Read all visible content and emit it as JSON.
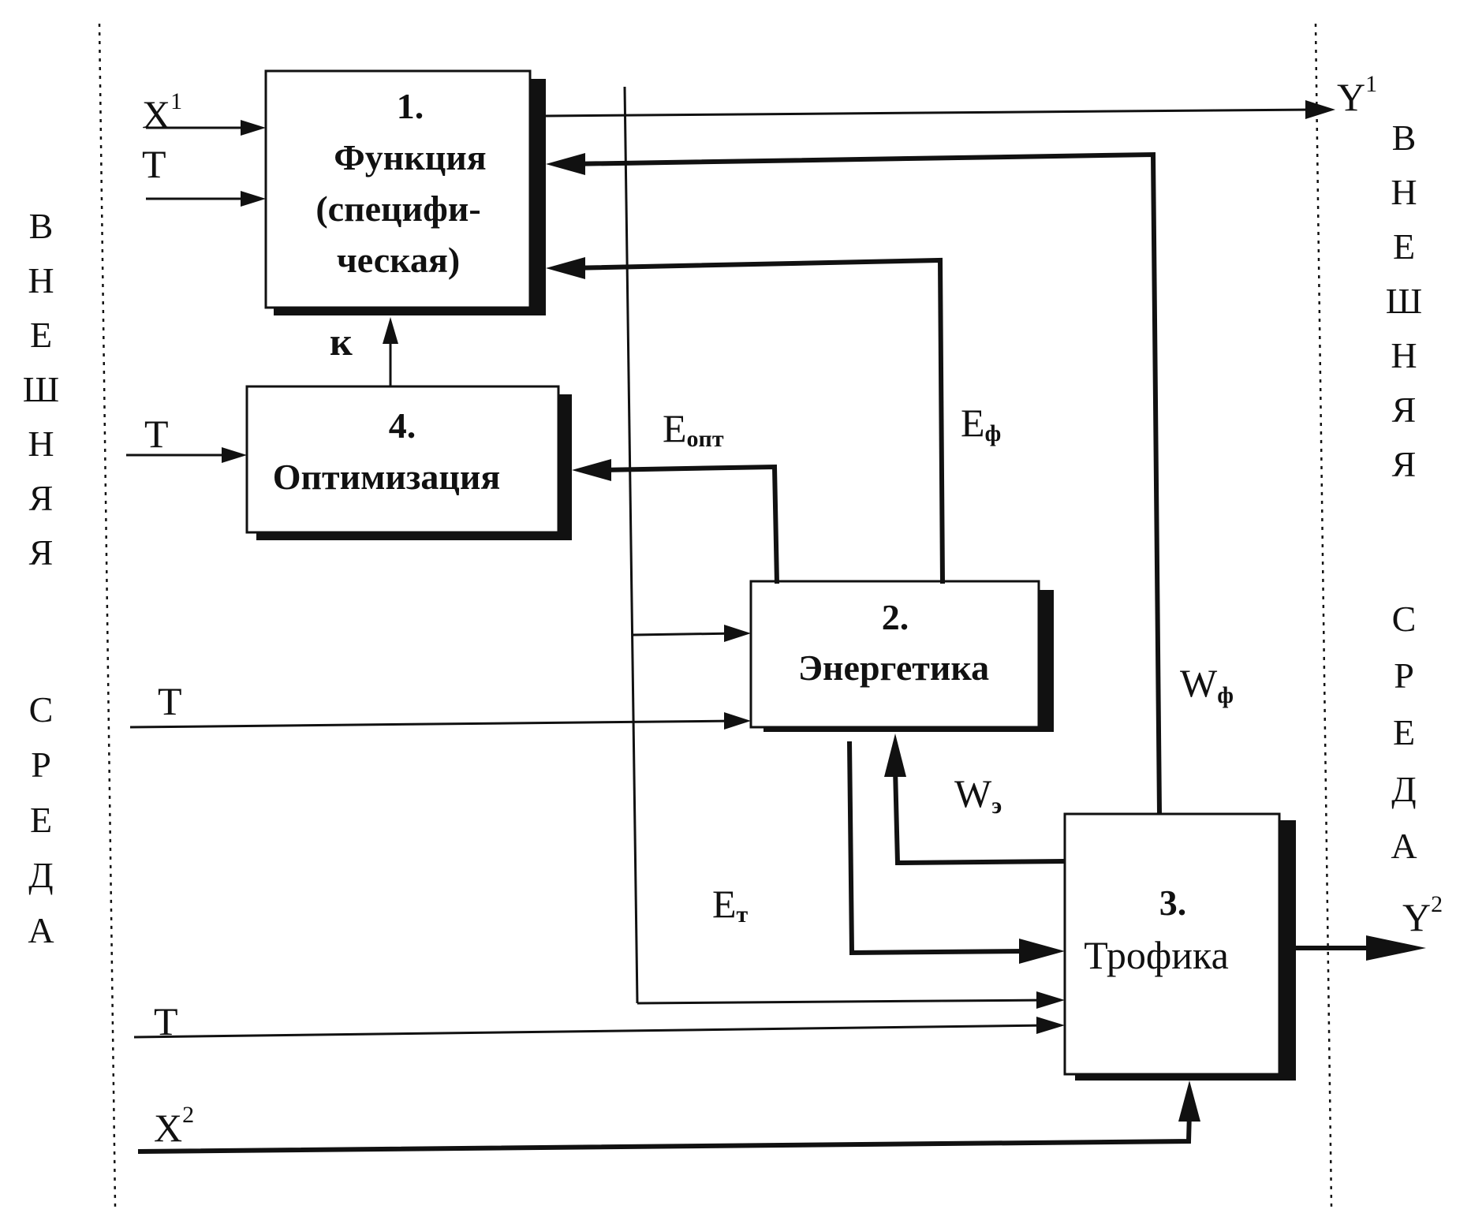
{
  "blocks": {
    "function": {
      "num": "1.",
      "lines": [
        "Функция",
        "(специфи-",
        "ческая)"
      ]
    },
    "energy": {
      "num": "2.",
      "lines": [
        "Энергетика"
      ]
    },
    "trophic": {
      "num": "3.",
      "lines": [
        "Трофика"
      ]
    },
    "optimization": {
      "num": "4.",
      "lines": [
        "Оптимизация"
      ]
    }
  },
  "environment": {
    "left": {
      "word1": [
        "В",
        "Н",
        "Е",
        "Ш",
        "Н",
        "Я",
        "Я"
      ],
      "word2": [
        "С",
        "Р",
        "Е",
        "Д",
        "А"
      ]
    },
    "right": {
      "word1": [
        "В",
        "Н",
        "Е",
        "Ш",
        "Н",
        "Я",
        "Я"
      ],
      "word2": [
        "С",
        "Р",
        "Е",
        "Д",
        "А"
      ]
    }
  },
  "inputs": {
    "x1": {
      "base": "X",
      "sup": "1"
    },
    "x2": {
      "base": "X",
      "sup": "2"
    },
    "t": "T"
  },
  "outputs": {
    "y1": {
      "base": "Y",
      "sup": "1"
    },
    "y2": {
      "base": "Y",
      "sup": "2"
    }
  },
  "flows": {
    "k": "к",
    "e_opt": {
      "base": "E",
      "sub": "опт"
    },
    "e_f": {
      "base": "E",
      "sub": "ф"
    },
    "e_t": {
      "base": "E",
      "sub": "т"
    },
    "w_f": {
      "base": "W",
      "sub": "ф"
    },
    "w_e": {
      "base": "W",
      "sub": "э"
    }
  }
}
